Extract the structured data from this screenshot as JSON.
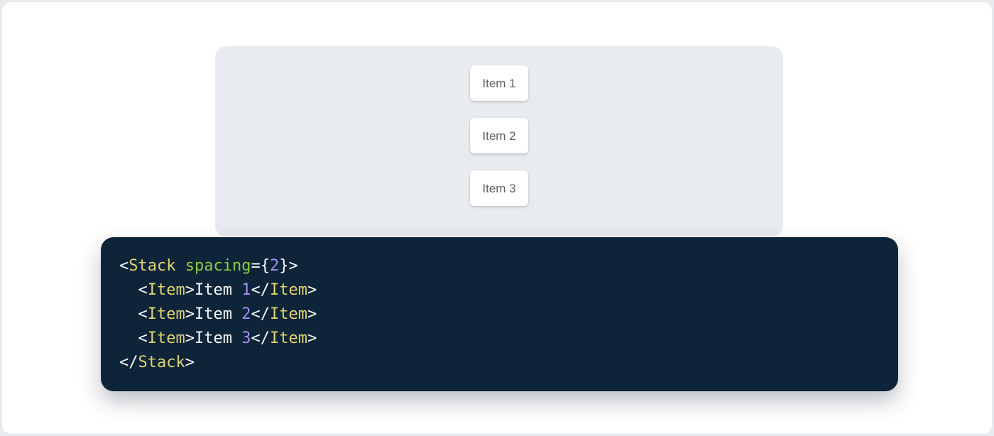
{
  "theme": {
    "outer_background": "#e9ecef",
    "card_background": "#ffffff",
    "demo_panel_background": "#e8ebf0",
    "item_card_background": "#ffffff",
    "item_text_color": "#5f6368",
    "code_background": "#0e2439"
  },
  "demo": {
    "items": [
      {
        "label": "Item 1"
      },
      {
        "label": "Item 2"
      },
      {
        "label": "Item 3"
      }
    ]
  },
  "code_block": {
    "language": "jsx",
    "text": "<Stack spacing={2}>\n  <Item>Item 1</Item>\n  <Item>Item 2</Item>\n  <Item>Item 3</Item>\n</Stack>",
    "colors": {
      "plain": "#f7f9fb",
      "tag": "#e0d36e",
      "attr": "#8cce43",
      "num": "#a48ff0"
    },
    "lines": [
      [
        {
          "c": "plain",
          "t": "<"
        },
        {
          "c": "tag",
          "t": "Stack"
        },
        {
          "c": "plain",
          "t": " "
        },
        {
          "c": "attr",
          "t": "spacing"
        },
        {
          "c": "plain",
          "t": "={"
        },
        {
          "c": "num",
          "t": "2"
        },
        {
          "c": "plain",
          "t": "}>"
        }
      ],
      [
        {
          "c": "plain",
          "t": "  <"
        },
        {
          "c": "tag",
          "t": "Item"
        },
        {
          "c": "plain",
          "t": ">Item "
        },
        {
          "c": "num",
          "t": "1"
        },
        {
          "c": "plain",
          "t": "</"
        },
        {
          "c": "tag",
          "t": "Item"
        },
        {
          "c": "plain",
          "t": ">"
        }
      ],
      [
        {
          "c": "plain",
          "t": "  <"
        },
        {
          "c": "tag",
          "t": "Item"
        },
        {
          "c": "plain",
          "t": ">Item "
        },
        {
          "c": "num",
          "t": "2"
        },
        {
          "c": "plain",
          "t": "</"
        },
        {
          "c": "tag",
          "t": "Item"
        },
        {
          "c": "plain",
          "t": ">"
        }
      ],
      [
        {
          "c": "plain",
          "t": "  <"
        },
        {
          "c": "tag",
          "t": "Item"
        },
        {
          "c": "plain",
          "t": ">Item "
        },
        {
          "c": "num",
          "t": "3"
        },
        {
          "c": "plain",
          "t": "</"
        },
        {
          "c": "tag",
          "t": "Item"
        },
        {
          "c": "plain",
          "t": ">"
        }
      ],
      [
        {
          "c": "plain",
          "t": "</"
        },
        {
          "c": "tag",
          "t": "Stack"
        },
        {
          "c": "plain",
          "t": ">"
        }
      ]
    ]
  }
}
